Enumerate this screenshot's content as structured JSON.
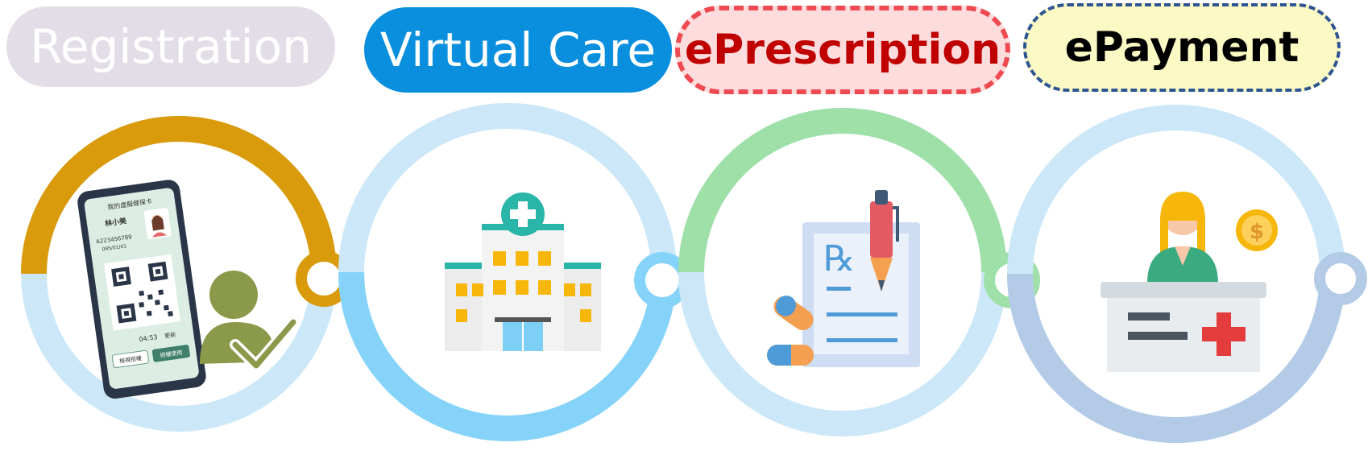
{
  "steps": [
    {
      "label": "Registration",
      "icon": "phone-qr-card-icon"
    },
    {
      "label": "Virtual Care",
      "icon": "hospital-icon"
    },
    {
      "label": "ePrescription",
      "icon": "prescription-icon"
    },
    {
      "label": "ePayment",
      "icon": "cashier-icon"
    }
  ],
  "phone_card": {
    "title": "我的虛擬健保卡",
    "name": "林小美",
    "id_number": "A223456789",
    "birthdate": "095/01/01",
    "timer": "04:53",
    "refresh": "更新",
    "button_check": "檢視授權",
    "button_auth": "授權使用"
  },
  "prescription": {
    "symbol": "℞"
  },
  "colors": {
    "registration_ring": "#d99b0b",
    "virtual_ring": "#7fcff8",
    "prescription_ring": "#9fe0a8",
    "payment_ring": "#b4cbe8",
    "ring_base": "#cce8f8"
  }
}
